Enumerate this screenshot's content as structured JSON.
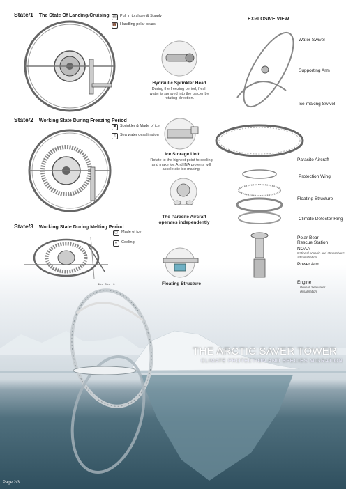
{
  "states": [
    {
      "number": "State/1",
      "title": "The State Of Landing/Cruising",
      "legend": [
        {
          "icon": "boat-icon",
          "text": "Pull in to shore & Supply"
        },
        {
          "icon": "polar-bear-icon",
          "text": "Handling polar bears"
        }
      ]
    },
    {
      "number": "State/2",
      "title": "Working State During Freezing Period",
      "legend": [
        {
          "icon": "sprinkler-icon",
          "text": "Sprinkler & Made of ice"
        },
        {
          "icon": "desalination-icon",
          "text": "Sea water desalination"
        }
      ]
    },
    {
      "number": "State/3",
      "title": "Working State During Melting Period",
      "legend": [
        {
          "icon": "ice-cube-icon",
          "text": "Made of ice"
        },
        {
          "icon": "cooling-icon",
          "text": "Cooling"
        }
      ]
    }
  ],
  "scale_bar": "40m  20m    0",
  "details": [
    {
      "title": "Hydraulic Sprinkler Head",
      "desc": "During the freezing period, fresh water is sprayed into the glacier by rotating direction."
    },
    {
      "title": "Ice Storage Unit",
      "desc": "Rotate to the highest point to cooling and make ice.And INA proteins will accelerate ice making."
    },
    {
      "title": "The Parasite Aircraft operates independently",
      "desc": ""
    },
    {
      "title": "Floating Structure",
      "desc": ""
    }
  ],
  "explosive": {
    "heading": "EXPLOSIVE VIEW",
    "labels": [
      "Water Swivel",
      "Supporting Arm",
      "Ice-making Swivel",
      "Parasite Aircraft",
      "Protection Wing",
      "Floating Structure",
      "Climate Detector Ring",
      "Polar Bear Rescue Station",
      "NOAA",
      "Power Arm",
      "Engine"
    ],
    "noaa_sub": "National oceanic and atmospheric administration",
    "engine_sub": "Drive & Sea water desalination"
  },
  "title": "THE ARCTIC SAVER TOWER",
  "subtitle": "CLIMATE PROTECTION AND SPECIES MIGRATION",
  "page": "Page 2/3",
  "colors": {
    "ice": "#e9eef2",
    "sea": "#2f4f5e",
    "line": "#555555"
  }
}
